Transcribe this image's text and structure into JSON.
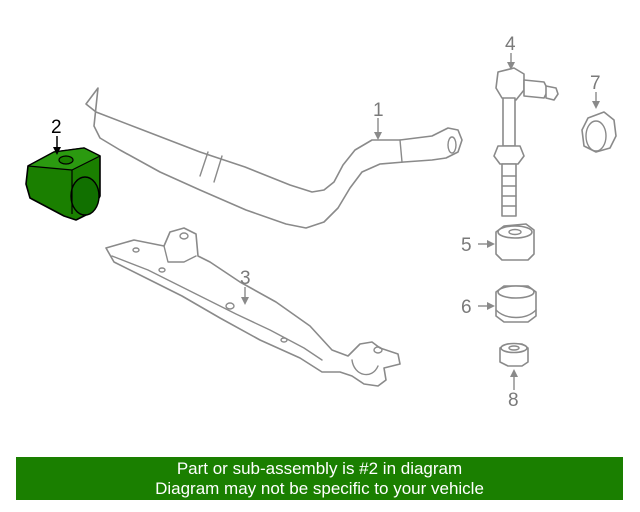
{
  "diagram": {
    "callouts": [
      "1",
      "2",
      "3",
      "4",
      "5",
      "6",
      "7",
      "8"
    ],
    "highlight_color": "#1a7f00"
  },
  "banner": {
    "line1": "Part or sub-assembly is #2 in diagram",
    "line2": "Diagram may not be specific to your vehicle",
    "color": "#1a7f00"
  }
}
